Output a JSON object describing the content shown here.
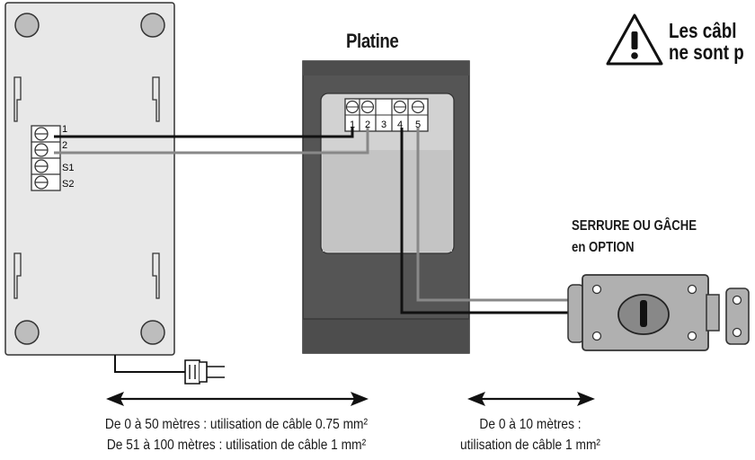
{
  "board_title": "Platine",
  "warning": {
    "line1": "Les câbl",
    "line2": "ne sont p"
  },
  "option_label": {
    "line1": "SERRURE OU GÂCHE",
    "line2": "en OPTION"
  },
  "monitor_terminals": [
    "1",
    "2",
    "S1",
    "S2"
  ],
  "board_terminals": [
    "1",
    "2",
    "3",
    "4",
    "5"
  ],
  "caption_left": {
    "line1": "De 0 à 50 mètres : utilisation de câble 0.75 mm²",
    "line2": "De 51 à 100 mètres : utilisation de câble 1 mm²"
  },
  "caption_right": {
    "line1": "De 0 à 10 mètres :",
    "line2": "utilisation de câble 1 mm²"
  },
  "colors": {
    "monitor_fill": "#e8e8e8",
    "board_dark": "#555555",
    "board_mid": "#6b6b6b",
    "screen_fill": "#d2d2d2",
    "lock_fill": "#b0b0b0",
    "wire_black": "#111111",
    "wire_grey": "#888888"
  }
}
